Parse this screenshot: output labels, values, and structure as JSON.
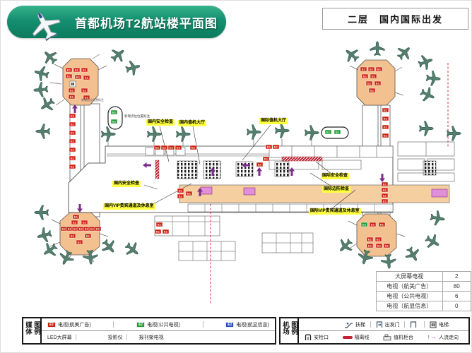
{
  "header": {
    "title": "首都机场T2航站楼平面图",
    "floor_label": "二层　国内国际出发"
  },
  "map": {
    "chip_label": "E1",
    "green_note": "新增点位位置标注",
    "small_note": "新增点位位置标注",
    "annotations": [
      {
        "id": "domestic-security-top",
        "text": "国内安全检查"
      },
      {
        "id": "domestic-checkin-hall",
        "text": "国内值机大厅"
      },
      {
        "id": "intl-checkin-hall",
        "text": "国际值机大厅"
      },
      {
        "id": "intl-security",
        "text": "国际安全检查"
      },
      {
        "id": "intl-border-check",
        "text": "国际边防检查"
      },
      {
        "id": "intl-vip-lounge",
        "text": "国际VIP贵宾通道及休息室"
      },
      {
        "id": "domestic-security-left",
        "text": "国内安全检查"
      },
      {
        "id": "domestic-vip-lounge",
        "text": "国内VIP贵宾通道及休息室"
      }
    ]
  },
  "stats_table": {
    "rows": [
      {
        "label": "大屏幕电视",
        "value": "2"
      },
      {
        "label": "电视（航美广告）",
        "value": "80"
      },
      {
        "label": "电视（公共电视）",
        "value": "6"
      },
      {
        "label": "电视（航显信息）",
        "value": "0"
      }
    ]
  },
  "legend_media": {
    "title_vertical": "媒体图例",
    "row1": [
      {
        "icon": "tv-red-icon",
        "icon_label": "E1",
        "label": "电视(航美广告)",
        "color": "#cc2211"
      },
      {
        "icon": "tv-green-icon",
        "icon_label": "E1",
        "label": "电视(公共电视)",
        "color": "#1f9e33"
      },
      {
        "icon": "tv-blue-icon",
        "icon_label": "E1",
        "label": "电视(航显信息)",
        "color": "#2a4fc9"
      }
    ],
    "row2": [
      {
        "label": "LED大屏幕"
      },
      {
        "label": "投影仪"
      },
      {
        "label": "报刊架电视"
      }
    ]
  },
  "legend_airport": {
    "title_vertical": "机场图例",
    "row1": [
      {
        "icon": "escalator-icon",
        "label": "扶梯"
      },
      {
        "icon": "departure-door-icon",
        "label": "出发门"
      },
      {
        "icon": "door-icon",
        "label": ""
      },
      {
        "icon": "elevator-icon",
        "label": "电梯"
      }
    ],
    "row2": [
      {
        "icon": "security-gate-icon",
        "label": "安检口"
      },
      {
        "icon": "isolation-line-icon",
        "label": "隔离线"
      },
      {
        "icon": "checkin-counter-icon",
        "label": "值机柜台"
      },
      {
        "icon": "people-flow-icon",
        "label": "人流走向"
      }
    ]
  },
  "colors": {
    "banner_green": "#149070",
    "callout_yellow": "#ffff42",
    "tv_red": "#cc2211",
    "tv_green": "#1f9e33",
    "tv_blue": "#2a4fc9",
    "arrow_purple": "#7b2d8b",
    "corridor_tan": "#f5cfa0",
    "satellite_orange": "#f3c08f",
    "isolation_red": "#c22233"
  }
}
